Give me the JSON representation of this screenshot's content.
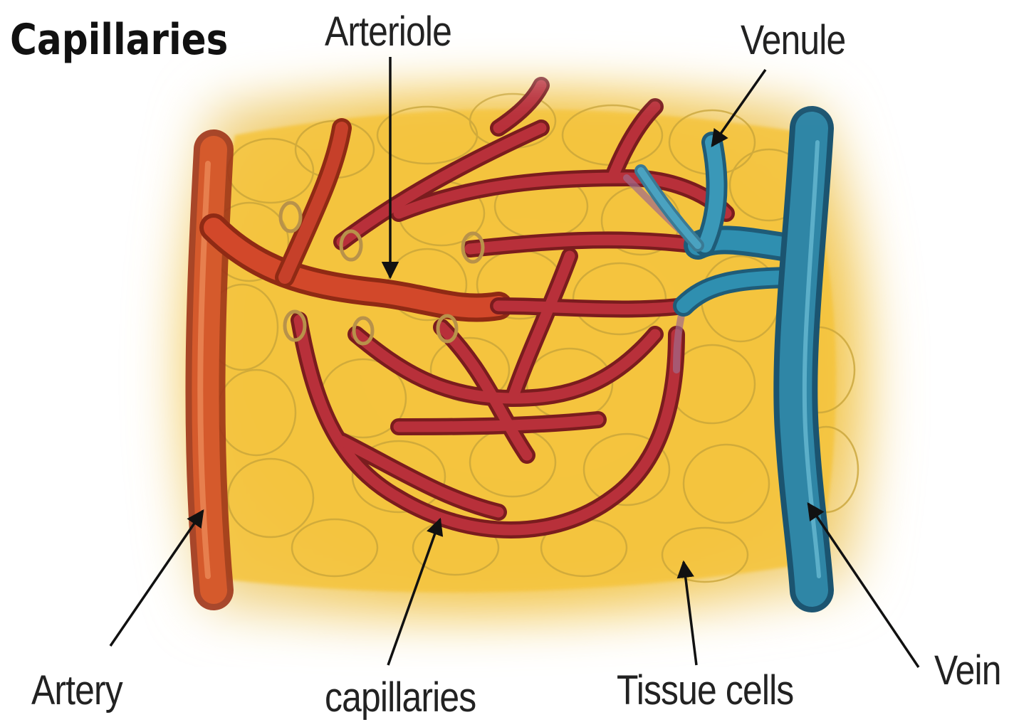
{
  "title": "Capillaries",
  "labels": {
    "arteriole": "Arteriole",
    "venule": "Venule",
    "artery": "Artery",
    "capillaries": "capillaries",
    "tissue_cells": "Tissue cells",
    "vein": "Vein"
  },
  "colors": {
    "background": "#ffffff",
    "tissue": "#f4c842",
    "cell_outline": "#c9a53a",
    "artery": "#c8441e",
    "arteriole": "#b5372a",
    "capillary": "#b02e30",
    "vein": "#2f86a6",
    "label_text": "#222222",
    "arrow": "#111111"
  }
}
